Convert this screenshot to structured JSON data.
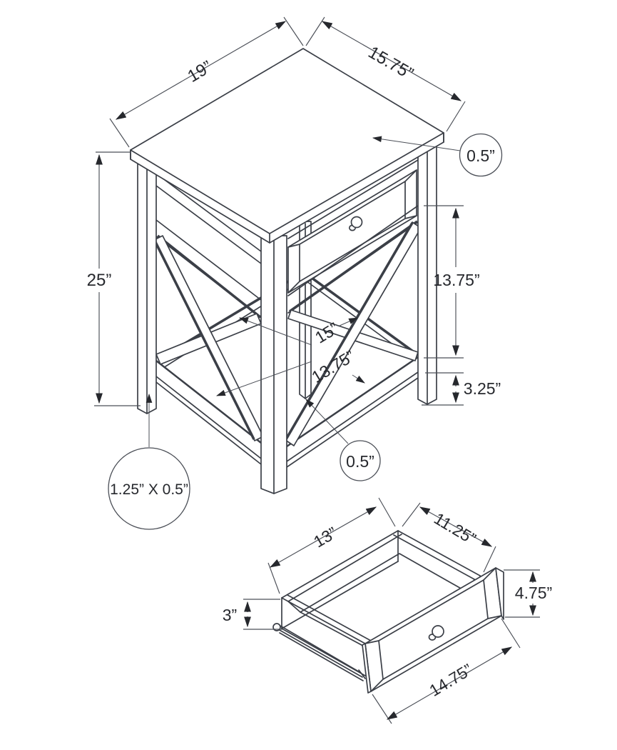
{
  "dims": {
    "top_width": "19”",
    "top_depth": "15.75”",
    "top_thickness": "0.5”",
    "overall_height": "25”",
    "opening_height": "13.75”",
    "base_height": "3.25”",
    "brace_length": "15”",
    "shelf_size": "13.75”",
    "shelf_thickness": "0.5”",
    "leg_profile": "1.25” X 0.5”"
  },
  "drawer_dims": {
    "inner_width": "13”",
    "inner_depth": "11.25”",
    "front_height": "4.75”",
    "side_height": "3”",
    "front_width": "14.75”"
  },
  "colors": {
    "line": "#3b3f47",
    "dim_line": "#4b4f57",
    "text": "#26282d",
    "background": "#ffffff"
  }
}
